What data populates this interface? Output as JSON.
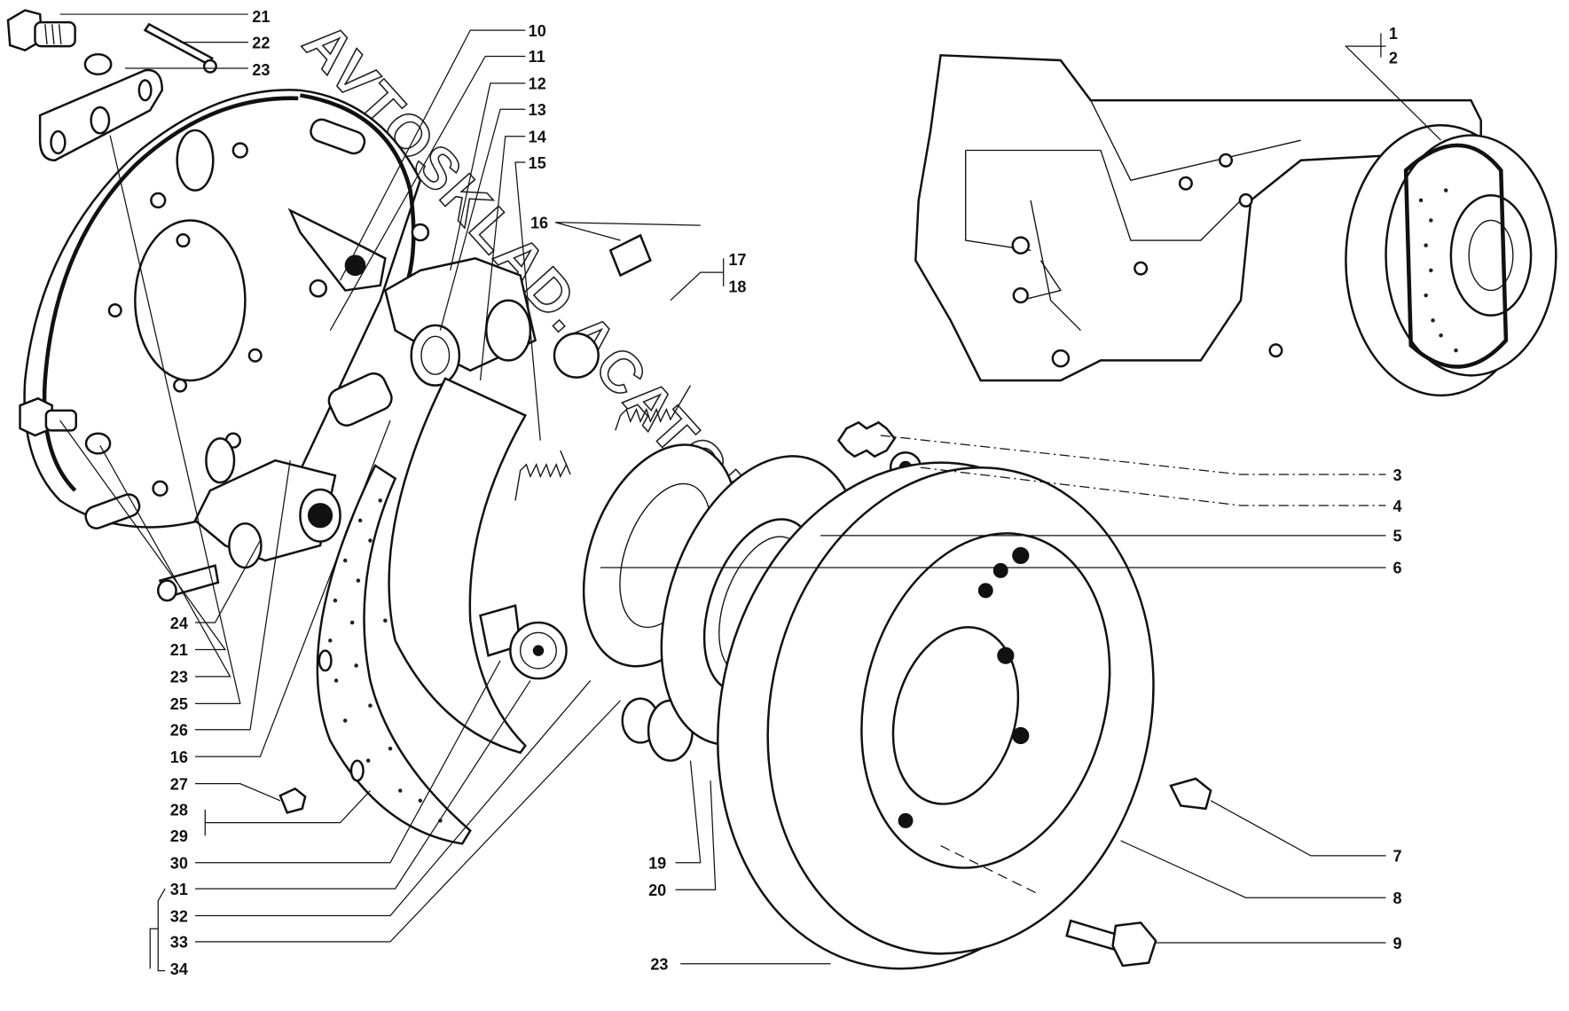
{
  "title": "Brake mechanism exploded parts diagram",
  "watermark": "AVTOSKLAD.ACATONLINE",
  "callouts": {
    "top_21": "21",
    "top_22": "22",
    "top_23": "23",
    "c10": "10",
    "c11": "11",
    "c12": "12",
    "c13": "13",
    "c14": "14",
    "c15": "15",
    "mid_16": "16",
    "c17": "17",
    "c18": "18",
    "c1": "1",
    "c2": "2",
    "c3": "3",
    "c4": "4",
    "c5": "5",
    "c6": "6",
    "c7": "7",
    "c8": "8",
    "c9": "9",
    "left_24": "24",
    "left_21": "21",
    "left_23": "23",
    "left_25": "25",
    "left_26": "26",
    "left_16": "16",
    "left_27": "27",
    "left_28": "28",
    "left_29": "29",
    "left_30": "30",
    "left_31": "31",
    "left_32": "32",
    "left_33": "33",
    "left_34": "34",
    "c19": "19",
    "c20": "20",
    "bottom_23": "23"
  }
}
